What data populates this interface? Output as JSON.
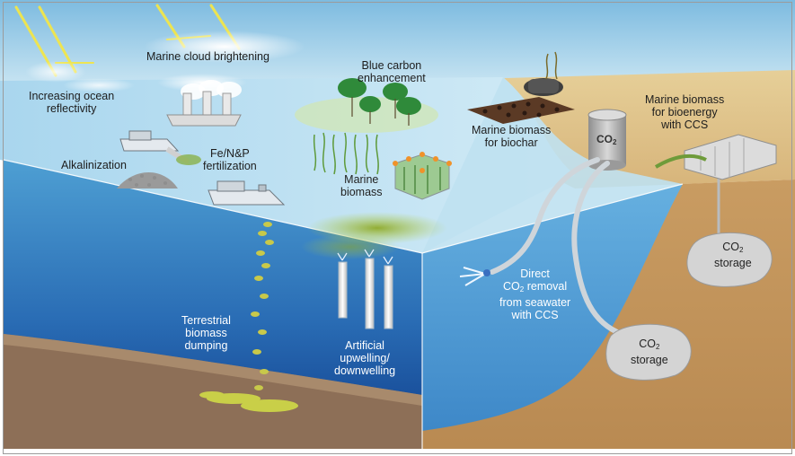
{
  "labels": {
    "reflectivity": [
      "Increasing ocean",
      "reflectivity"
    ],
    "cloud": "Marine cloud brightening",
    "blue_carbon": [
      "Blue carbon",
      "enhancement"
    ],
    "biochar": [
      "Marine biomass",
      "for biochar"
    ],
    "bioenergy": [
      "Marine biomass",
      "for bioenergy",
      "with CCS"
    ],
    "alkalinization": "Alkalinization",
    "fertilization": [
      "Fe/N&P",
      "fertilization"
    ],
    "marine_biomass": [
      "Marine",
      "biomass"
    ],
    "dumping": [
      "Terrestrial",
      "biomass",
      "dumping"
    ],
    "upwelling": [
      "Artificial",
      "upwelling/",
      "downwelling"
    ],
    "direct_removal": {
      "line1": "Direct",
      "co2_prefix": "CO",
      "co2_sub": "2",
      "co2_suffix": " removal",
      "line3": "from seawater",
      "line4": "with CCS"
    },
    "tank": {
      "prefix": "CO",
      "sub": "2"
    },
    "storage_right": {
      "prefix": "CO",
      "sub": "2",
      "word": "storage"
    },
    "storage_mid": {
      "prefix": "CO",
      "sub": "2",
      "word": "storage"
    }
  },
  "colors": {
    "sky_top": "#8ec6e4",
    "sea_surface": "#b9dcee",
    "ocean_front_top": "#4f9fd2",
    "ocean_front_bottom": "#103f8f",
    "ocean_side": "#5aa6da",
    "seabed": "#9c7a5e",
    "land": "#c9a06a",
    "algae": "#8fb33d",
    "sun": "#f3ea52"
  },
  "icons": [
    "sun-ray-icon",
    "cloud-icon",
    "ship-icon",
    "mangrove-tree-icon",
    "algae-cage-icon",
    "kelp-forest-icon",
    "biochar-pile-icon",
    "co2-tank-icon",
    "pipe-icon",
    "seawater-intake-icon",
    "bioenergy-plant-icon",
    "storage-reservoir-icon",
    "upwelling-pipe-icon",
    "biomass-particle-icon",
    "rock-pile-icon",
    "factory-chimney-icon"
  ]
}
